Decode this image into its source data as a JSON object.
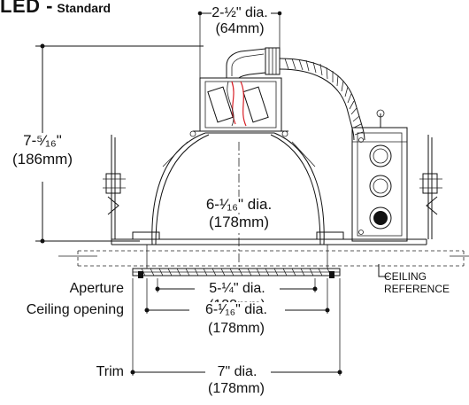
{
  "heading": {
    "main": "LED -",
    "sub": "Standard"
  },
  "dimensions": {
    "conduit": {
      "primary": "2-½\" dia.",
      "metric": "(64mm)"
    },
    "height": {
      "primary": "7-⁵⁄₁₆\"",
      "metric": "(186mm)"
    },
    "reflector": {
      "primary": "6-¹⁄₁₆\" dia.",
      "metric": "(178mm)"
    },
    "aperture": {
      "label": "Aperture",
      "primary": "5-¼\" dia.",
      "metric": "(133mm)"
    },
    "ceiling_opening": {
      "label": "Ceiling opening",
      "primary": "6-¹⁄₁₆\" dia.",
      "metric": "(178mm)"
    },
    "trim": {
      "label": "Trim",
      "primary": "7\" dia.",
      "metric": "(178mm)"
    }
  },
  "notes": {
    "ceiling_reference": [
      "CEILING",
      "REFERENCE"
    ]
  },
  "colors": {
    "line": "#111111",
    "wire": "#d81f26"
  }
}
